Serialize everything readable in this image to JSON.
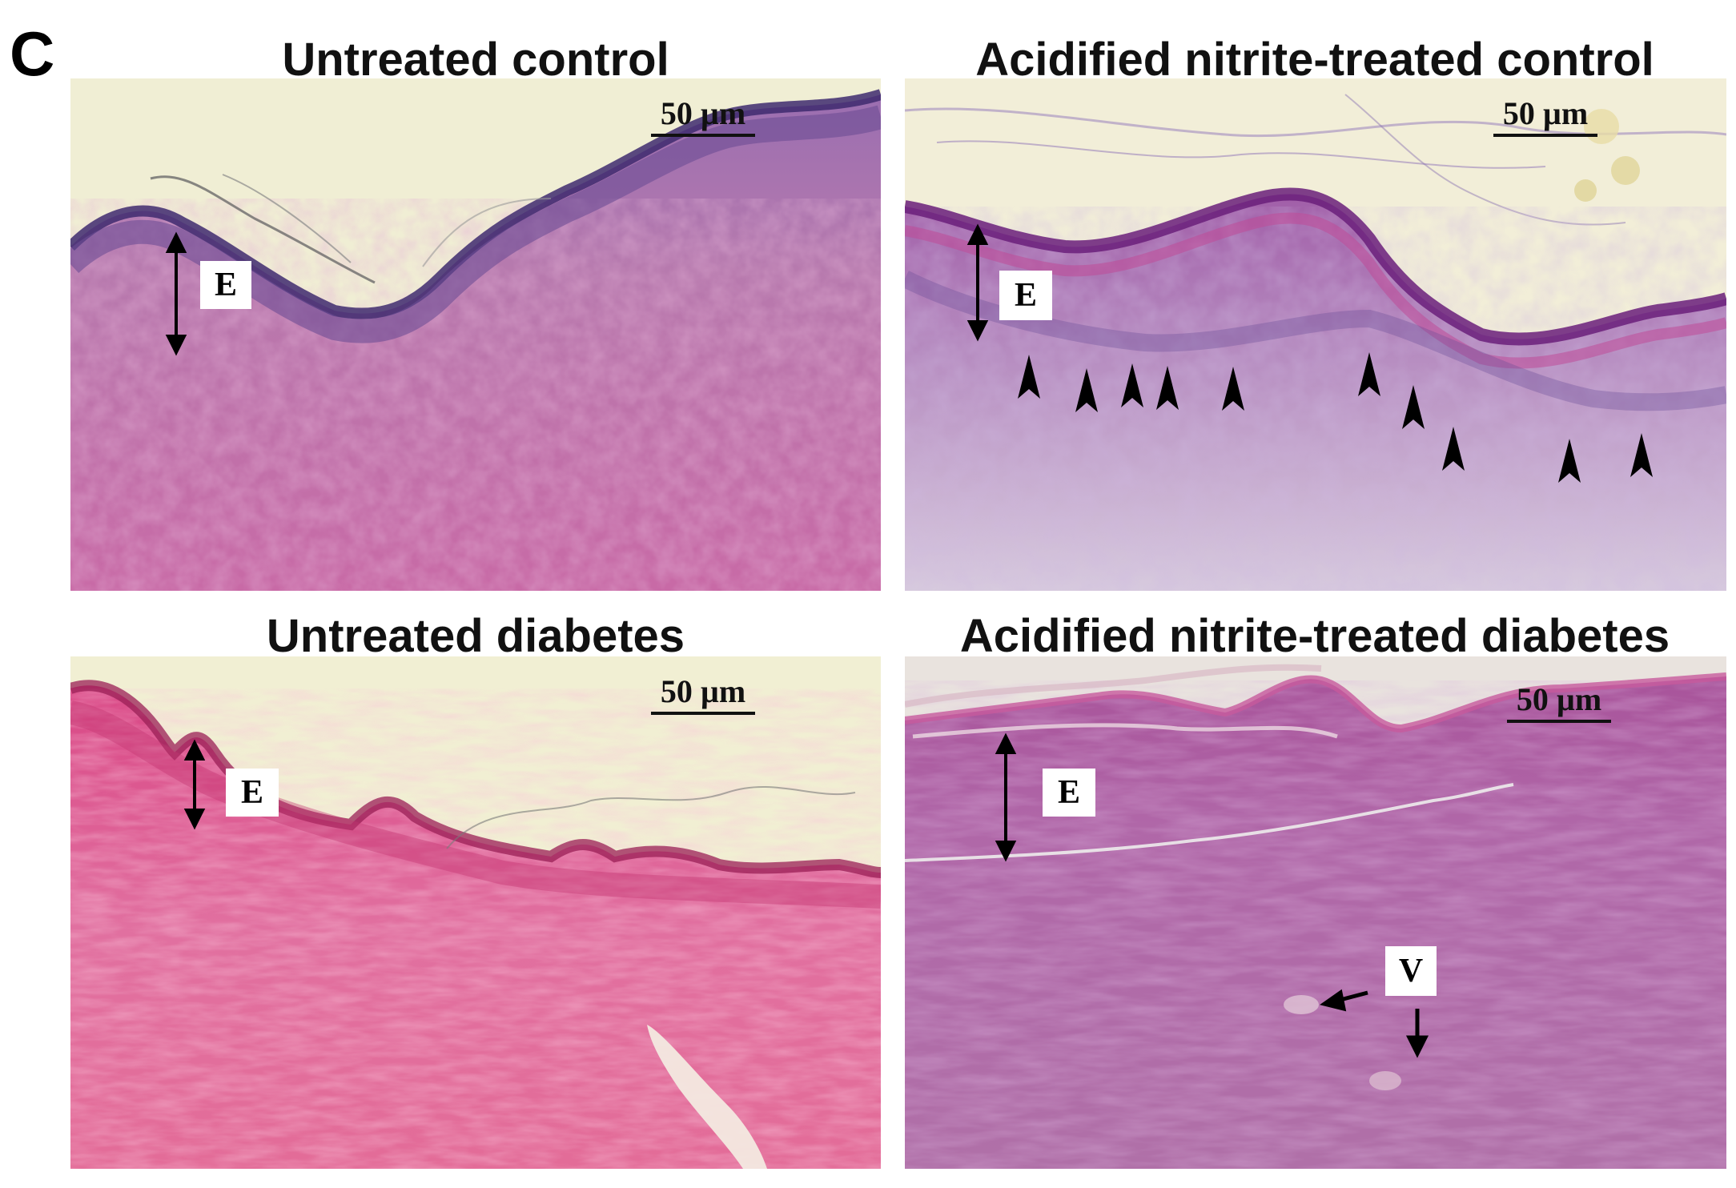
{
  "figure": {
    "panel_letter": "C"
  },
  "panels": [
    {
      "title": "Untreated control",
      "scale_bar": "50 µm",
      "label": "E"
    },
    {
      "title": "Acidified nitrite-treated control",
      "scale_bar": "50 µm",
      "label": "E"
    },
    {
      "title": "Untreated diabetes",
      "scale_bar": "50 µm",
      "label": "E"
    },
    {
      "title": "Acidified nitrite-treated diabetes",
      "scale_bar": "50 µm",
      "label_e": "E",
      "label_v": "V"
    }
  ],
  "colors": {
    "background_light": "#f1efd6",
    "epidermis_purple": "#6a3f8e",
    "dermis_pink": "#c86aa8",
    "diabetes_pink": "#d84a86",
    "treated_diabetes_mauve": "#b26aa6"
  }
}
